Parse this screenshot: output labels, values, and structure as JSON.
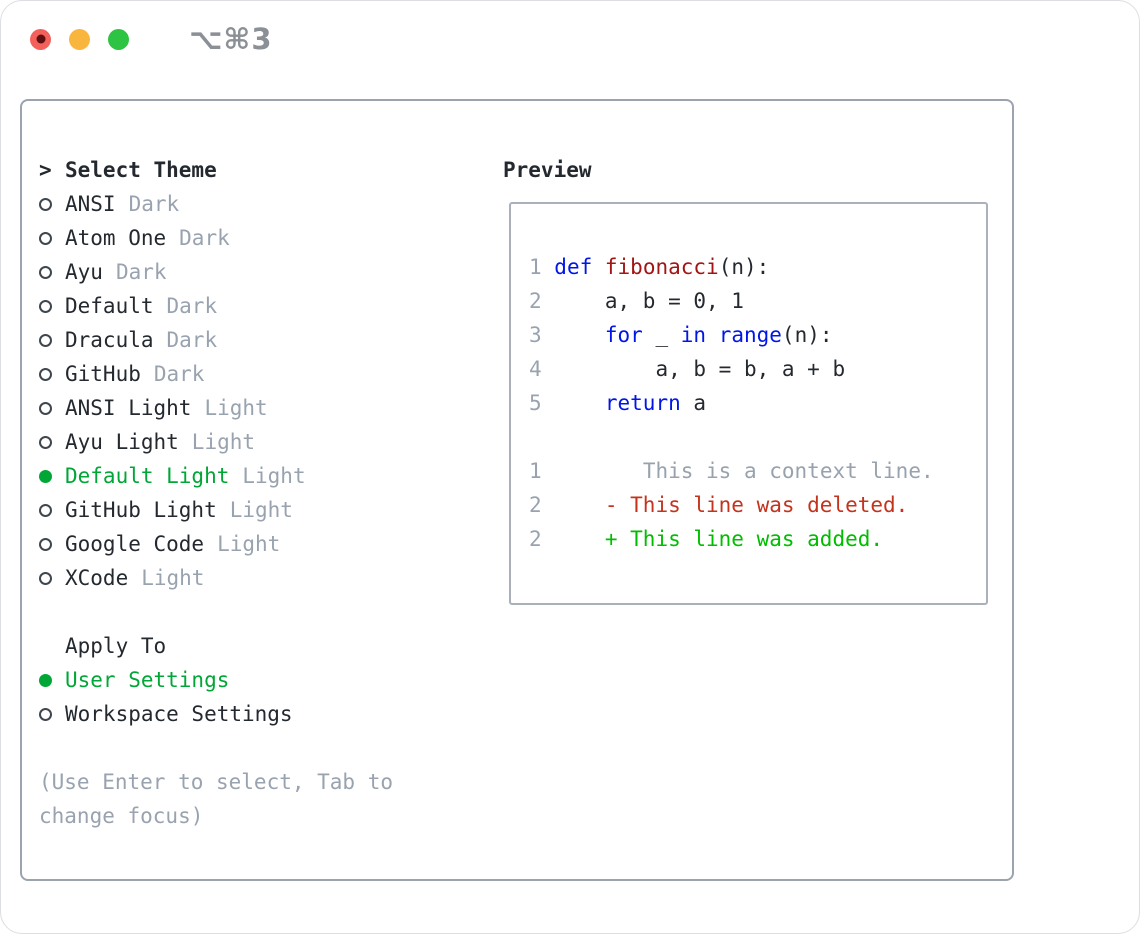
{
  "window": {
    "title": "⌥⌘3"
  },
  "colors": {
    "ink": "#24292f",
    "muted": "#99a3b0",
    "green": "#00a736",
    "kw": "#0016e8",
    "fn": "#a31515",
    "ctx": "#98a2ae",
    "del": "#c4331d",
    "add": "#00bd00",
    "panel_border": "#9ba3ae",
    "box_border": "#abb1ba",
    "title_gray": "#8b9096"
  },
  "sidebar": {
    "focus_marker": ">",
    "select_theme_label": "Select Theme",
    "themes": [
      {
        "name": "ANSI",
        "variant": "Dark",
        "selected": false
      },
      {
        "name": "Atom One",
        "variant": "Dark",
        "selected": false
      },
      {
        "name": "Ayu",
        "variant": "Dark",
        "selected": false
      },
      {
        "name": "Default",
        "variant": "Dark",
        "selected": false
      },
      {
        "name": "Dracula",
        "variant": "Dark",
        "selected": false
      },
      {
        "name": "GitHub",
        "variant": "Dark",
        "selected": false
      },
      {
        "name": "ANSI Light",
        "variant": "Light",
        "selected": false
      },
      {
        "name": "Ayu Light",
        "variant": "Light",
        "selected": false
      },
      {
        "name": "Default Light",
        "variant": "Light",
        "selected": true
      },
      {
        "name": "GitHub Light",
        "variant": "Light",
        "selected": false
      },
      {
        "name": "Google Code",
        "variant": "Light",
        "selected": false
      },
      {
        "name": "XCode",
        "variant": "Light",
        "selected": false
      }
    ],
    "apply_to_label": "Apply To",
    "apply_to_options": [
      {
        "label": "User Settings",
        "selected": true
      },
      {
        "label": "Workspace Settings",
        "selected": false
      }
    ],
    "hint_lines": [
      "(Use Enter to select, Tab to",
      "change focus)"
    ]
  },
  "preview": {
    "label": "Preview",
    "lines": [
      {
        "segments": [
          {
            "t": "1 ",
            "c": "num"
          },
          {
            "t": "def",
            "c": "kw"
          },
          {
            "t": " ",
            "c": "code"
          },
          {
            "t": "fibonacci",
            "c": "fn"
          },
          {
            "t": "(n):",
            "c": "code"
          }
        ]
      },
      {
        "segments": [
          {
            "t": "2 ",
            "c": "num"
          },
          {
            "t": "    a, b = 0, 1",
            "c": "code"
          }
        ]
      },
      {
        "segments": [
          {
            "t": "3 ",
            "c": "num"
          },
          {
            "t": "    ",
            "c": "code"
          },
          {
            "t": "for",
            "c": "kw"
          },
          {
            "t": " _ ",
            "c": "code"
          },
          {
            "t": "in",
            "c": "kw"
          },
          {
            "t": " ",
            "c": "code"
          },
          {
            "t": "range",
            "c": "kw"
          },
          {
            "t": "(n):",
            "c": "code"
          }
        ]
      },
      {
        "segments": [
          {
            "t": "4 ",
            "c": "num"
          },
          {
            "t": "        a, b = b, a + b",
            "c": "code"
          }
        ]
      },
      {
        "segments": [
          {
            "t": "5 ",
            "c": "num"
          },
          {
            "t": "    ",
            "c": "code"
          },
          {
            "t": "return",
            "c": "kw"
          },
          {
            "t": " a",
            "c": "code"
          }
        ]
      },
      {
        "segments": []
      },
      {
        "segments": [
          {
            "t": "1",
            "c": "num"
          },
          {
            "t": "        ",
            "c": "code"
          },
          {
            "t": "This is a context line.",
            "c": "ctx"
          }
        ]
      },
      {
        "segments": [
          {
            "t": "2",
            "c": "num"
          },
          {
            "t": "     ",
            "c": "code"
          },
          {
            "t": "- This line was deleted.",
            "c": "del"
          }
        ]
      },
      {
        "segments": [
          {
            "t": "2",
            "c": "num"
          },
          {
            "t": "     ",
            "c": "code"
          },
          {
            "t": "+ This line was added.",
            "c": "add"
          }
        ]
      }
    ]
  }
}
